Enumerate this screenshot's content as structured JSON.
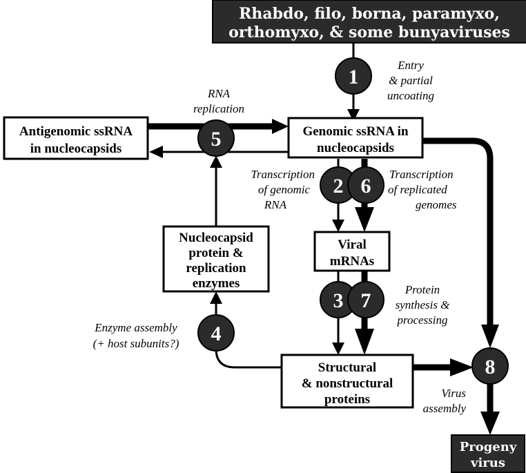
{
  "boxes": {
    "source": [
      "Rhabdo, filo, borna, paramyxo,",
      "orthomyxo, & some bunyaviruses"
    ],
    "genomic": [
      "Genomic  ssRNA in",
      "nucleocapsids"
    ],
    "antigenomic": [
      "Antigenomic ssRNA",
      "in nucleocapsids"
    ],
    "nucleocapsid_protein": [
      "Nucleocapsid",
      "protein &",
      "replication",
      "enzymes"
    ],
    "mrnas": [
      "Viral",
      "mRNAs"
    ],
    "structural": [
      "Structural",
      "& nonstructural",
      "proteins"
    ],
    "progeny": [
      "Progeny",
      "virus"
    ]
  },
  "steps": [
    "1",
    "2",
    "3",
    "4",
    "5",
    "6",
    "7",
    "8"
  ],
  "notes": {
    "entry": [
      "Entry",
      "& partial",
      "uncoating"
    ],
    "rna_replication": [
      "RNA",
      "replication"
    ],
    "transcription_genomic": [
      "Transcription",
      "of genomic",
      "RNA"
    ],
    "transcription_replicated": [
      "Transcription",
      "of replicated",
      "genomes"
    ],
    "protein_synthesis": [
      "Protein",
      "synthesis &",
      "processing"
    ],
    "enzyme_assembly": [
      "Enzyme assembly",
      "(+ host subunits?)"
    ],
    "virus_assembly": [
      "Virus",
      "assembly"
    ]
  },
  "colors": {
    "dark_fill": "#2b2b2b",
    "line": "#000000",
    "box_fill": "#ffffff"
  }
}
